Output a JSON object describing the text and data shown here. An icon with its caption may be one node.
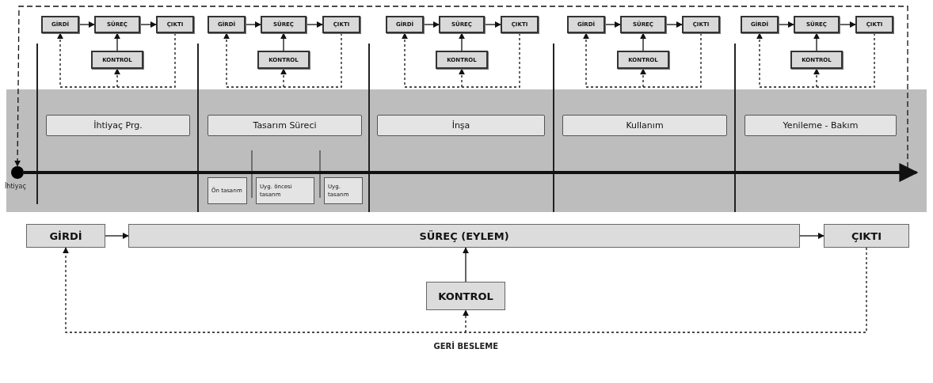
{
  "diagram": {
    "nodes": [
      {
        "text": [
          "GİRDİ"
        ]
      },
      {
        "text": [
          "SÜREÇ"
        ]
      },
      {
        "text": [
          "ÇIKTI"
        ]
      },
      {
        "text": [
          "KONTROL"
        ]
      },
      {
        "text": [
          "GİRDİ"
        ]
      },
      {
        "text": [
          "SÜREÇ"
        ]
      },
      {
        "text": [
          "ÇIKTI"
        ]
      },
      {
        "text": [
          "KONTROL"
        ]
      },
      {
        "text": [
          "GİRDİ"
        ]
      },
      {
        "text": [
          "SÜREÇ"
        ]
      },
      {
        "text": [
          "ÇIKTI"
        ]
      },
      {
        "text": [
          "KONTROL"
        ]
      },
      {
        "text": [
          "GİRDİ"
        ]
      },
      {
        "text": [
          "SÜREÇ"
        ]
      },
      {
        "text": [
          "ÇIKTI"
        ]
      },
      {
        "text": [
          "KONTROL"
        ]
      },
      {
        "text": [
          "GİRDİ"
        ]
      },
      {
        "text": [
          "SÜREÇ"
        ]
      },
      {
        "text": [
          "ÇIKTI"
        ]
      },
      {
        "text": [
          "KONTROL"
        ]
      },
      {
        "text": [
          "İhtiyaç Prg."
        ]
      },
      {
        "text": [
          "Tasarım Süreci"
        ]
      },
      {
        "text": [
          "İnşa"
        ]
      },
      {
        "text": [
          "Kullanım"
        ]
      },
      {
        "text": [
          "Yenileme - Bakım"
        ]
      },
      {
        "text": [
          "Ön tasarım"
        ]
      },
      {
        "text": [
          "Uyg. öncesi tasarım"
        ]
      },
      {
        "text": [
          "Uyg. tasarım"
        ]
      },
      {
        "text": [],
        "shape": "circle",
        "beside": [
          "İhtiyaç"
        ]
      },
      {
        "text": [
          "GİRDİ"
        ]
      },
      {
        "text": [
          "SÜREÇ (EYLEM)"
        ]
      },
      {
        "text": [
          "ÇIKTI"
        ]
      },
      {
        "text": [
          "KONTROL"
        ]
      }
    ],
    "edges": [
      {
        "from": 0,
        "to": 1,
        "arrow": "to"
      },
      {
        "from": 1,
        "to": 2,
        "arrow": "to"
      },
      {
        "from": 3,
        "to": 1,
        "arrow": "to"
      },
      {
        "from": 2,
        "to": 0,
        "arrow": "to",
        "style": "dashed"
      },
      {
        "from": null,
        "to": 3,
        "arrow": "to",
        "style": "dashed"
      },
      {
        "from": 4,
        "to": 5,
        "arrow": "to"
      },
      {
        "from": 5,
        "to": 6,
        "arrow": "to"
      },
      {
        "from": 7,
        "to": 5,
        "arrow": "to"
      },
      {
        "from": 6,
        "to": 4,
        "arrow": "to",
        "style": "dashed"
      },
      {
        "from": null,
        "to": 7,
        "arrow": "to",
        "style": "dashed"
      },
      {
        "from": 8,
        "to": 9,
        "arrow": "to"
      },
      {
        "from": 9,
        "to": 10,
        "arrow": "to"
      },
      {
        "from": 11,
        "to": 9,
        "arrow": "to"
      },
      {
        "from": 10,
        "to": 8,
        "arrow": "to",
        "style": "dashed"
      },
      {
        "from": null,
        "to": 11,
        "arrow": "to",
        "style": "dashed"
      },
      {
        "from": 12,
        "to": 13,
        "arrow": "to"
      },
      {
        "from": 13,
        "to": 14,
        "arrow": "to"
      },
      {
        "from": 15,
        "to": 13,
        "arrow": "to"
      },
      {
        "from": 14,
        "to": 12,
        "arrow": "to",
        "style": "dashed"
      },
      {
        "from": null,
        "to": 15,
        "arrow": "to",
        "style": "dashed"
      },
      {
        "from": 16,
        "to": 17,
        "arrow": "to"
      },
      {
        "from": 17,
        "to": 18,
        "arrow": "to"
      },
      {
        "from": 19,
        "to": 17,
        "arrow": "to"
      },
      {
        "from": 18,
        "to": 16,
        "arrow": "to",
        "style": "dashed"
      },
      {
        "from": null,
        "to": 19,
        "arrow": "to",
        "style": "dashed"
      },
      {
        "from": 28,
        "to": null,
        "arrow": "to",
        "style": "thick"
      },
      {
        "from": null,
        "to": 28,
        "arrow": "to",
        "style": "dashed"
      },
      {
        "from": 29,
        "to": 30,
        "arrow": "to"
      },
      {
        "from": 30,
        "to": 31,
        "arrow": "to"
      },
      {
        "from": 32,
        "to": 30,
        "arrow": "to"
      },
      {
        "from": 31,
        "to": 29,
        "arrow": "to",
        "style": "dashed",
        "label": "GERİ BESLEME"
      },
      {
        "from": null,
        "to": 32,
        "arrow": "to",
        "style": "dashed"
      }
    ]
  }
}
